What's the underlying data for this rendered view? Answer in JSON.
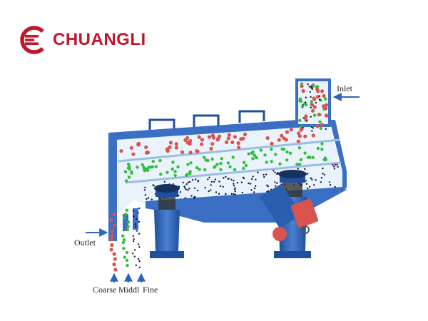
{
  "brand": {
    "name": "CHUANGLI",
    "color": "#c0182a"
  },
  "labels": {
    "inlet": "Inlet",
    "outlet": "Outlet",
    "coarse": "Coarse",
    "middle": "Middl",
    "fine": "Fine"
  },
  "colors": {
    "frame": "#3b6fc4",
    "frame_dark": "#1f4f9e",
    "arrow": "#2a63c2",
    "coarse_particle": "#d9534f",
    "middle_particle": "#2fbf3a",
    "fine_particle": "#101a40",
    "motor": "#d9534f",
    "screen_deck": "#cfe3f5"
  }
}
